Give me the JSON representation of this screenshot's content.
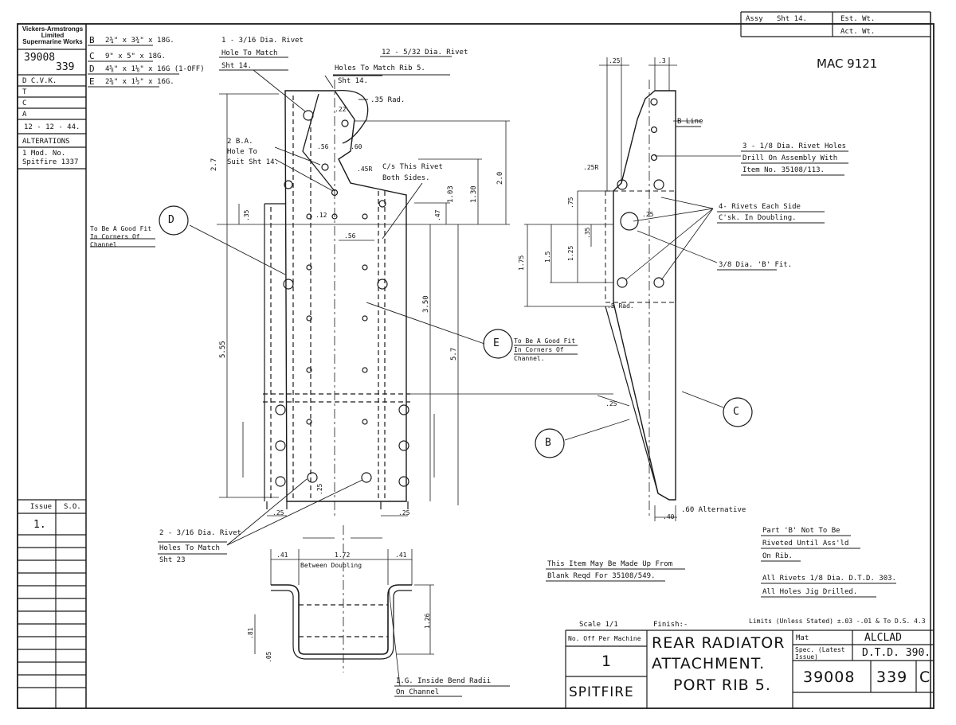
{
  "drawing_number": "MAC 9121",
  "company": [
    "Vickers-Armstrongs",
    "Limited",
    "Supermarine Works"
  ],
  "part_number_top": "39008",
  "part_number_sub": "339",
  "sign_rows": [
    "D C.V.K.",
    "T",
    "C",
    "A",
    "12 - 12 - 44."
  ],
  "alterations_label": "ALTERATIONS",
  "alteration_1": "1  Mod. No.",
  "alteration_1b": "Spitfire 1337",
  "issue_head": "Issue",
  "so_head": "S.O.",
  "issue_1": "1.",
  "material_list": [
    {
      "letter": "B",
      "size": "2¾\" x 3¾\" x 18G."
    },
    {
      "letter": "C",
      "size": "9\" x 5\" x 18G."
    },
    {
      "letter": "D",
      "size": "4⅝\" x 1⅛\" x 16G (1-OFF)"
    },
    {
      "letter": "E",
      "size": "2⅜\" x 1½\" x 16G."
    }
  ],
  "assy_label": "Assy",
  "assy_sheet": "Sht 14.",
  "est_wt": "Est. Wt.",
  "act_wt": "Act. Wt.",
  "notes": {
    "rivet_top_l1": "1 - 3/16 Dia. Rivet",
    "rivet_top_l2": "Hole To Match",
    "rivet_top_l3": "Sht 14.",
    "rivet12_l1": "12 - 5/32 Dia. Rivet",
    "rivet12_l2": "Holes To Match Rib 5.",
    "rivet12_l3": "Sht 14.",
    "rad35": ".35 Rad.",
    "dim22": ".22",
    "dim56a": ".56",
    "dim60": ".60",
    "rad45": ".45R",
    "ba_l1": "2 B.A.",
    "ba_l2": "Hole To",
    "ba_l3": "Suit Sht 14.",
    "cs_l1": "C/s This Rivet",
    "cs_l2": "Both Sides.",
    "dim27": "2.7",
    "dim20": "2.0",
    "dim130": "1.30",
    "dim103": "1.03",
    "dim47": ".47",
    "dim35a": ".35",
    "dim12": ".12",
    "dim56b": ".56",
    "dim350": "3.50",
    "dim555": "5.55",
    "dim57": "5.7",
    "dim25a": ".25",
    "dim25b": ".25",
    "dim25c": ".25",
    "good_fit_d_l1": "To Be A Good Fit",
    "good_fit_d_l2": "In Corners Of",
    "good_fit_d_l3": "Channel",
    "good_fit_e_l1": "To Be A Good Fit",
    "good_fit_e_l2": "In Corners Of",
    "good_fit_e_l3": "Channel.",
    "rivet2_l1": "2 - 3/16 Dia. Rivet",
    "rivet2_l2": "Holes To Match",
    "rivet2_l3": "Sht 23",
    "dim25top1": ".25",
    "dim3top": ".3",
    "bline": "B Line",
    "rivet3_l1": "3 - 1/8 Dia. Rivet Holes",
    "rivet3_l2": "Drill On Assembly With",
    "rivet3_l3": "Item No. 35108/113.",
    "rivet4_l1": "4- Rivets Each Side",
    "rivet4_l2": "C'sk. In Doubling.",
    "bfit": "3/8 Dia. 'B' Fit.",
    "dim25r": ".25R",
    "dim75": ".75",
    "dim35b": ".35",
    "dim25d": ".25",
    "dim125": "1.25",
    "dim15": "1.5",
    "dim175": "1.75",
    "rad5": ".5 Rad.",
    "dim25e": ".25",
    "dim60b": ".60 Alternative",
    "dim40": ".40",
    "dim41a": ".41",
    "dim172": "1.72",
    "dim41b": ".41",
    "between": "Between Doubling",
    "dim81": ".81",
    "dim05": ".05",
    "dim126": "1.26",
    "bend_l1": "I.G. Inside Bend Radii",
    "bend_l2": "On Channel",
    "made_l1": "This Item May Be Made Up From",
    "made_l2": "Blank Reqd For 35108/549.",
    "partb_l1": "Part 'B' Not To Be",
    "partb_l2": "Riveted Until Ass'ld",
    "partb_l3": "On Rib.",
    "allriv_l1": "All Rivets 1/8 Dia. D.T.D. 303.",
    "allriv_l2": "All Holes Jig Drilled."
  },
  "callouts": {
    "D": "D",
    "E": "E",
    "C": "C",
    "B": "B"
  },
  "title_block": {
    "scale": "Scale 1/1",
    "finish": "Finish:-",
    "limits": "Limits (Unless Stated) ±.03 -.01 & To D.S. 4.3",
    "no_off_label": "No. Off Per Machine",
    "no_off_value": "1",
    "machine": "SPITFIRE",
    "title_l1": "REAR RADIATOR",
    "title_l2": "ATTACHMENT.",
    "title_l3": "PORT RIB 5.",
    "mat_label": "Mat",
    "mat_value": "ALCLAD",
    "spec_label": "Spec. (Latest Issue)",
    "spec_value": "D.T.D. 390.",
    "num_main": "39008",
    "num_sub": "339",
    "num_rev": "C"
  }
}
